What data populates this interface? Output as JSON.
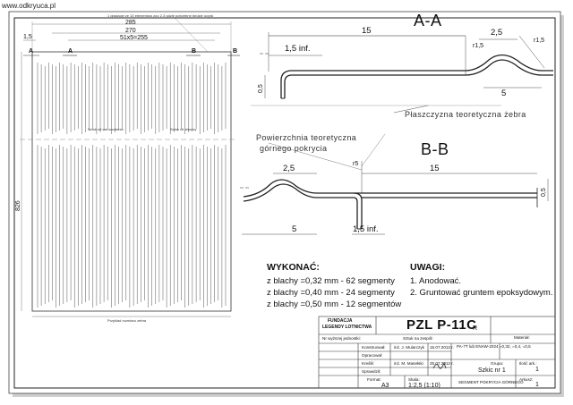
{
  "watermark": "www.odkryuca.pl",
  "left_view": {
    "top_note": "1 gradacje ze 10 elementow zoo 2.3 gdzie potrzebne bedzie ocynk",
    "dim_width_1": "285",
    "dim_width_2": "270",
    "dim_pitch": "51x5=255",
    "dim_margin": "1,5",
    "marker_A_left": "A",
    "marker_A_inner": "A",
    "marker_B_inner": "B",
    "marker_B_right": "B",
    "height_dim": "826",
    "mid_label_left": "Sztok nit wzmocnienia",
    "mid_label_right": "Sztok nit zbrojny",
    "bottom_label": "Przyklad rozmiaru zebra"
  },
  "section_aa": {
    "title": "A-A",
    "dim_15": "15",
    "dim_25": "2,5",
    "dim_15inf": "1,5 inf.",
    "dim_r15": "r1,5",
    "dim_r15b": "r1,5",
    "dim_05": "0,5",
    "dim_5": "5"
  },
  "section_bb": {
    "title": "B-B",
    "dim_25": "2,5",
    "dim_15": "15",
    "dim_05": "0,5",
    "dim_5": "5",
    "dim_15inf": "1,5 inf.",
    "dim_r": "r5"
  },
  "annotations": {
    "rib_plane": "Płaszczyzna teoretyczna żebra",
    "surface_line1": "Powierzchnia teoretyczna",
    "surface_line2": "górnego pokrycia"
  },
  "notes_left": {
    "title": "WYKONAĆ:",
    "lines": [
      "z blachy =0,32 mm - 62 segmenty",
      "z blachy =0,40 mm - 24 segmenty",
      "z blachy =0,50 mm - 12 segmentów"
    ]
  },
  "notes_right": {
    "title": "UWAGI:",
    "lines": [
      "1. Anodować.",
      "2. Gruntować gruntem epoksydowym."
    ]
  },
  "title_block": {
    "org_line1": "FUNDACJA",
    "org_line2": "LEGENDY LOTNICTWA",
    "product": "PZL P-11C",
    "product_suffix": "R",
    "parent_label": "Nr wyższej jednostki:",
    "qty_label": "Sztuk na zespół:",
    "material_label": "Materiał:",
    "material_value": "PA-7T lub ENAW-2024    =0,32, =0,4, =0,5",
    "designer_label": "Konstruował:",
    "designer_name": "inż. J. Mularczyk",
    "designer_date": "15.07.2012 r.",
    "developed_label": "Opracował:",
    "drawn_label": "Kreślił:",
    "drawn_name": "inż. M. Masełski",
    "drawn_date": "25.07.2012 r.",
    "checked_label": "Sprawdził:",
    "group_label": "Grupa:",
    "group_value": "Szkic nr 1",
    "sheets_label": "Ilość ark.:",
    "sheets_value": "1",
    "format_label": "Format:",
    "format_value": "A3",
    "scale_label": "Skala:",
    "scale_value": "1:2,5 (1:10)",
    "part_name": "SEGMENT POKRYCIA GÓRNEGO",
    "sheet_label": "Arkusz:",
    "sheet_value": "1"
  }
}
